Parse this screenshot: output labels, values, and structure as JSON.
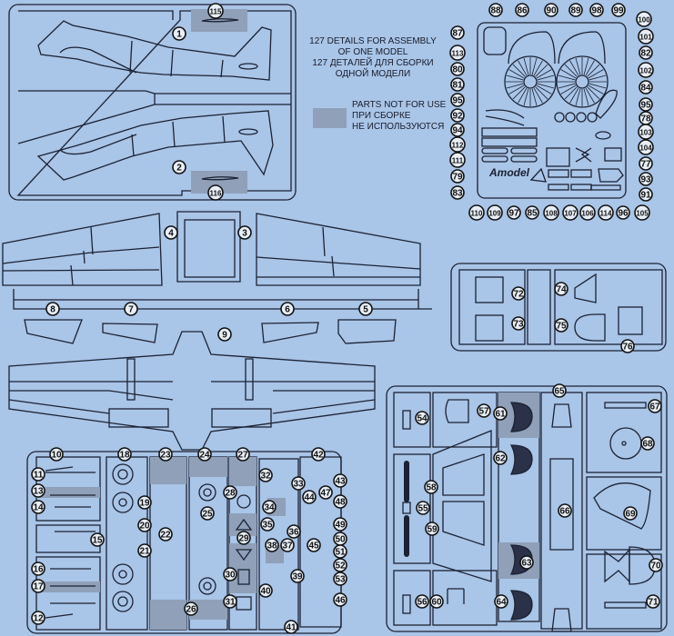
{
  "title_block": {
    "line1": "127 DETAILS FOR ASSEMBLY",
    "line2": "OF ONE MODEL",
    "line3": "127 ДЕТАЛЕЙ ДЛЯ СБОРКИ",
    "line4": "ОДНОЙ МОДЕЛИ"
  },
  "unused_legend": {
    "line1": "PARTS NOT FOR USE",
    "line2": "ПРИ СБОРКЕ",
    "line3": "НЕ ИСПОЛЬЗУЮТСЯ",
    "swatch_color": "#8fa0b8"
  },
  "colors": {
    "background": "#a9c5e8",
    "line": "#1c2233",
    "unused_fill": "#8fa0b8"
  },
  "brand_mark": "Amodel",
  "sprues": {
    "fuselage": {
      "parts": [
        "1",
        "2",
        "115",
        "116"
      ]
    },
    "wings": {
      "parts": [
        "3",
        "4",
        "5",
        "6",
        "7",
        "8",
        "9"
      ]
    },
    "small_parts_left": {
      "parts": [
        "10",
        "11",
        "12",
        "13",
        "14",
        "15",
        "16",
        "17",
        "18",
        "19",
        "20",
        "21",
        "22",
        "23",
        "24",
        "25",
        "26",
        "27",
        "28",
        "29",
        "30",
        "31",
        "32",
        "33",
        "34",
        "35",
        "36",
        "37",
        "38",
        "39",
        "40",
        "41",
        "42",
        "43",
        "44",
        "45",
        "46",
        "47",
        "48",
        "49",
        "50",
        "51",
        "52",
        "53"
      ]
    },
    "clear_parts": {
      "parts": [
        "72",
        "73",
        "74",
        "75",
        "76"
      ]
    },
    "cockpit_sprue": {
      "parts": [
        "54",
        "55",
        "56",
        "57",
        "58",
        "59",
        "60",
        "61",
        "62",
        "63",
        "64",
        "65",
        "66",
        "67",
        "68",
        "69",
        "70",
        "71"
      ]
    },
    "photo_etch": {
      "top_labels": [
        "88",
        "86",
        "90",
        "89",
        "98",
        "99"
      ],
      "left_labels": [
        "87",
        "113",
        "80",
        "81",
        "95",
        "92",
        "94",
        "112",
        "111",
        "79",
        "83"
      ],
      "right_labels": [
        "100",
        "101",
        "82",
        "102",
        "84",
        "95",
        "78",
        "103",
        "104",
        "77",
        "93",
        "91"
      ],
      "bottom_labels": [
        "110",
        "109",
        "97",
        "85",
        "108",
        "107",
        "106",
        "114",
        "96",
        "105"
      ]
    }
  }
}
